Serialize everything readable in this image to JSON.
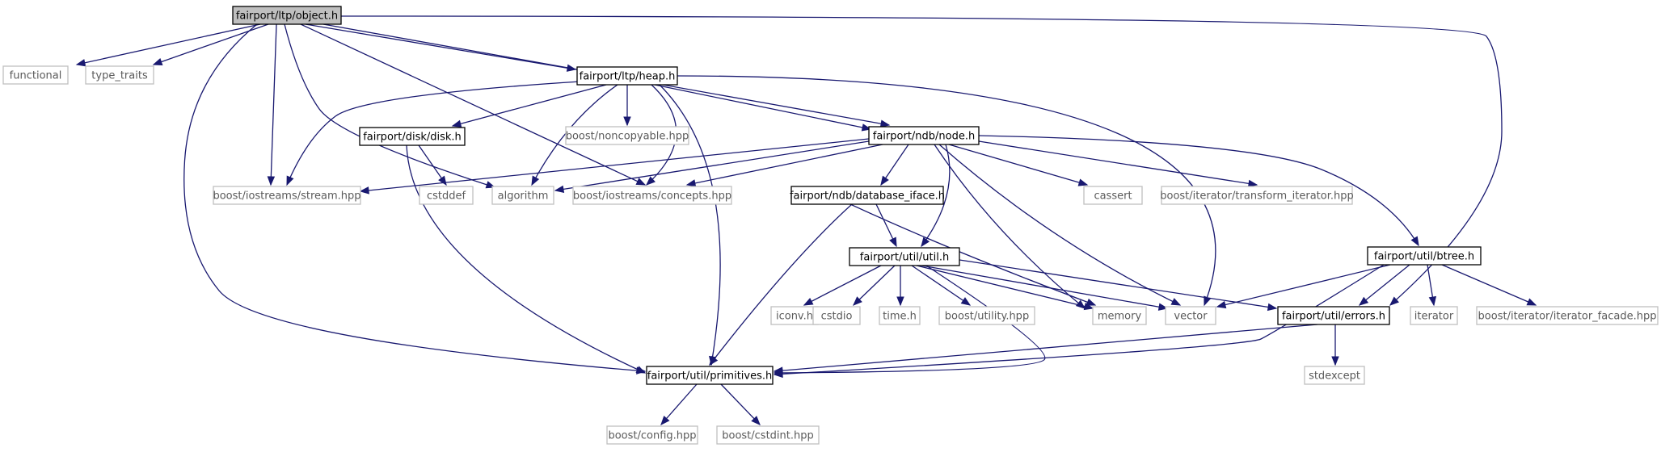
{
  "diagram": {
    "type": "include-dependency-graph",
    "colors": {
      "edge": "#191970",
      "focus_fill": "#bfbfbf",
      "internal_border": "#000000",
      "external_border": "#bfbfbf",
      "external_text": "#5a5a5a"
    },
    "nodes": [
      {
        "id": "object",
        "label": "fairport/ltp/object.h",
        "kind": "focus"
      },
      {
        "id": "functional",
        "label": "functional",
        "kind": "external"
      },
      {
        "id": "type_traits",
        "label": "type_traits",
        "kind": "external"
      },
      {
        "id": "heap",
        "label": "fairport/ltp/heap.h",
        "kind": "internal"
      },
      {
        "id": "disk",
        "label": "fairport/disk/disk.h",
        "kind": "internal"
      },
      {
        "id": "noncopyable",
        "label": "boost/noncopyable.hpp",
        "kind": "external"
      },
      {
        "id": "node",
        "label": "fairport/ndb/node.h",
        "kind": "internal"
      },
      {
        "id": "stream",
        "label": "boost/iostreams/stream.hpp",
        "kind": "external"
      },
      {
        "id": "cstddef",
        "label": "cstddef",
        "kind": "external"
      },
      {
        "id": "algorithm",
        "label": "algorithm",
        "kind": "external"
      },
      {
        "id": "concepts",
        "label": "boost/iostreams/concepts.hpp",
        "kind": "external"
      },
      {
        "id": "dbiface",
        "label": "fairport/ndb/database_iface.h",
        "kind": "internal"
      },
      {
        "id": "cassert",
        "label": "cassert",
        "kind": "external"
      },
      {
        "id": "transform_iterator",
        "label": "boost/iterator/transform_iterator.hpp",
        "kind": "external"
      },
      {
        "id": "util",
        "label": "fairport/util/util.h",
        "kind": "internal"
      },
      {
        "id": "btree",
        "label": "fairport/util/btree.h",
        "kind": "internal"
      },
      {
        "id": "iconv",
        "label": "iconv.h",
        "kind": "external"
      },
      {
        "id": "cstdio",
        "label": "cstdio",
        "kind": "external"
      },
      {
        "id": "time",
        "label": "time.h",
        "kind": "external"
      },
      {
        "id": "utility",
        "label": "boost/utility.hpp",
        "kind": "external"
      },
      {
        "id": "memory",
        "label": "memory",
        "kind": "external"
      },
      {
        "id": "vector",
        "label": "vector",
        "kind": "external"
      },
      {
        "id": "errors",
        "label": "fairport/util/errors.h",
        "kind": "internal"
      },
      {
        "id": "iterator",
        "label": "iterator",
        "kind": "external"
      },
      {
        "id": "iterator_facade",
        "label": "boost/iterator/iterator_facade.hpp",
        "kind": "external"
      },
      {
        "id": "primitives",
        "label": "fairport/util/primitives.h",
        "kind": "internal"
      },
      {
        "id": "stdexcept",
        "label": "stdexcept",
        "kind": "external"
      },
      {
        "id": "config",
        "label": "boost/config.hpp",
        "kind": "external"
      },
      {
        "id": "cstdint",
        "label": "boost/cstdint.hpp",
        "kind": "external"
      }
    ],
    "edges": [
      {
        "from": "object",
        "to": "functional"
      },
      {
        "from": "object",
        "to": "type_traits"
      },
      {
        "from": "object",
        "to": "heap"
      },
      {
        "from": "object",
        "to": "node"
      },
      {
        "from": "object",
        "to": "stream"
      },
      {
        "from": "object",
        "to": "algorithm"
      },
      {
        "from": "object",
        "to": "concepts"
      },
      {
        "from": "object",
        "to": "primitives"
      },
      {
        "from": "object",
        "to": "errors"
      },
      {
        "from": "heap",
        "to": "disk"
      },
      {
        "from": "heap",
        "to": "noncopyable"
      },
      {
        "from": "heap",
        "to": "node"
      },
      {
        "from": "heap",
        "to": "stream"
      },
      {
        "from": "heap",
        "to": "algorithm"
      },
      {
        "from": "heap",
        "to": "concepts"
      },
      {
        "from": "heap",
        "to": "vector"
      },
      {
        "from": "heap",
        "to": "primitives"
      },
      {
        "from": "disk",
        "to": "cstddef"
      },
      {
        "from": "disk",
        "to": "primitives"
      },
      {
        "from": "node",
        "to": "stream"
      },
      {
        "from": "node",
        "to": "algorithm"
      },
      {
        "from": "node",
        "to": "concepts"
      },
      {
        "from": "node",
        "to": "dbiface"
      },
      {
        "from": "node",
        "to": "util"
      },
      {
        "from": "node",
        "to": "cassert"
      },
      {
        "from": "node",
        "to": "transform_iterator"
      },
      {
        "from": "node",
        "to": "memory"
      },
      {
        "from": "node",
        "to": "vector"
      },
      {
        "from": "node",
        "to": "btree"
      },
      {
        "from": "dbiface",
        "to": "util"
      },
      {
        "from": "dbiface",
        "to": "memory"
      },
      {
        "from": "dbiface",
        "to": "primitives"
      },
      {
        "from": "util",
        "to": "iconv"
      },
      {
        "from": "util",
        "to": "cstdio"
      },
      {
        "from": "util",
        "to": "time"
      },
      {
        "from": "util",
        "to": "utility"
      },
      {
        "from": "util",
        "to": "memory"
      },
      {
        "from": "util",
        "to": "vector"
      },
      {
        "from": "util",
        "to": "errors"
      },
      {
        "from": "util",
        "to": "primitives"
      },
      {
        "from": "btree",
        "to": "vector"
      },
      {
        "from": "btree",
        "to": "errors"
      },
      {
        "from": "btree",
        "to": "iterator"
      },
      {
        "from": "btree",
        "to": "iterator_facade"
      },
      {
        "from": "btree",
        "to": "primitives"
      },
      {
        "from": "errors",
        "to": "stdexcept"
      },
      {
        "from": "errors",
        "to": "primitives"
      },
      {
        "from": "primitives",
        "to": "config"
      },
      {
        "from": "primitives",
        "to": "cstdint"
      }
    ]
  }
}
